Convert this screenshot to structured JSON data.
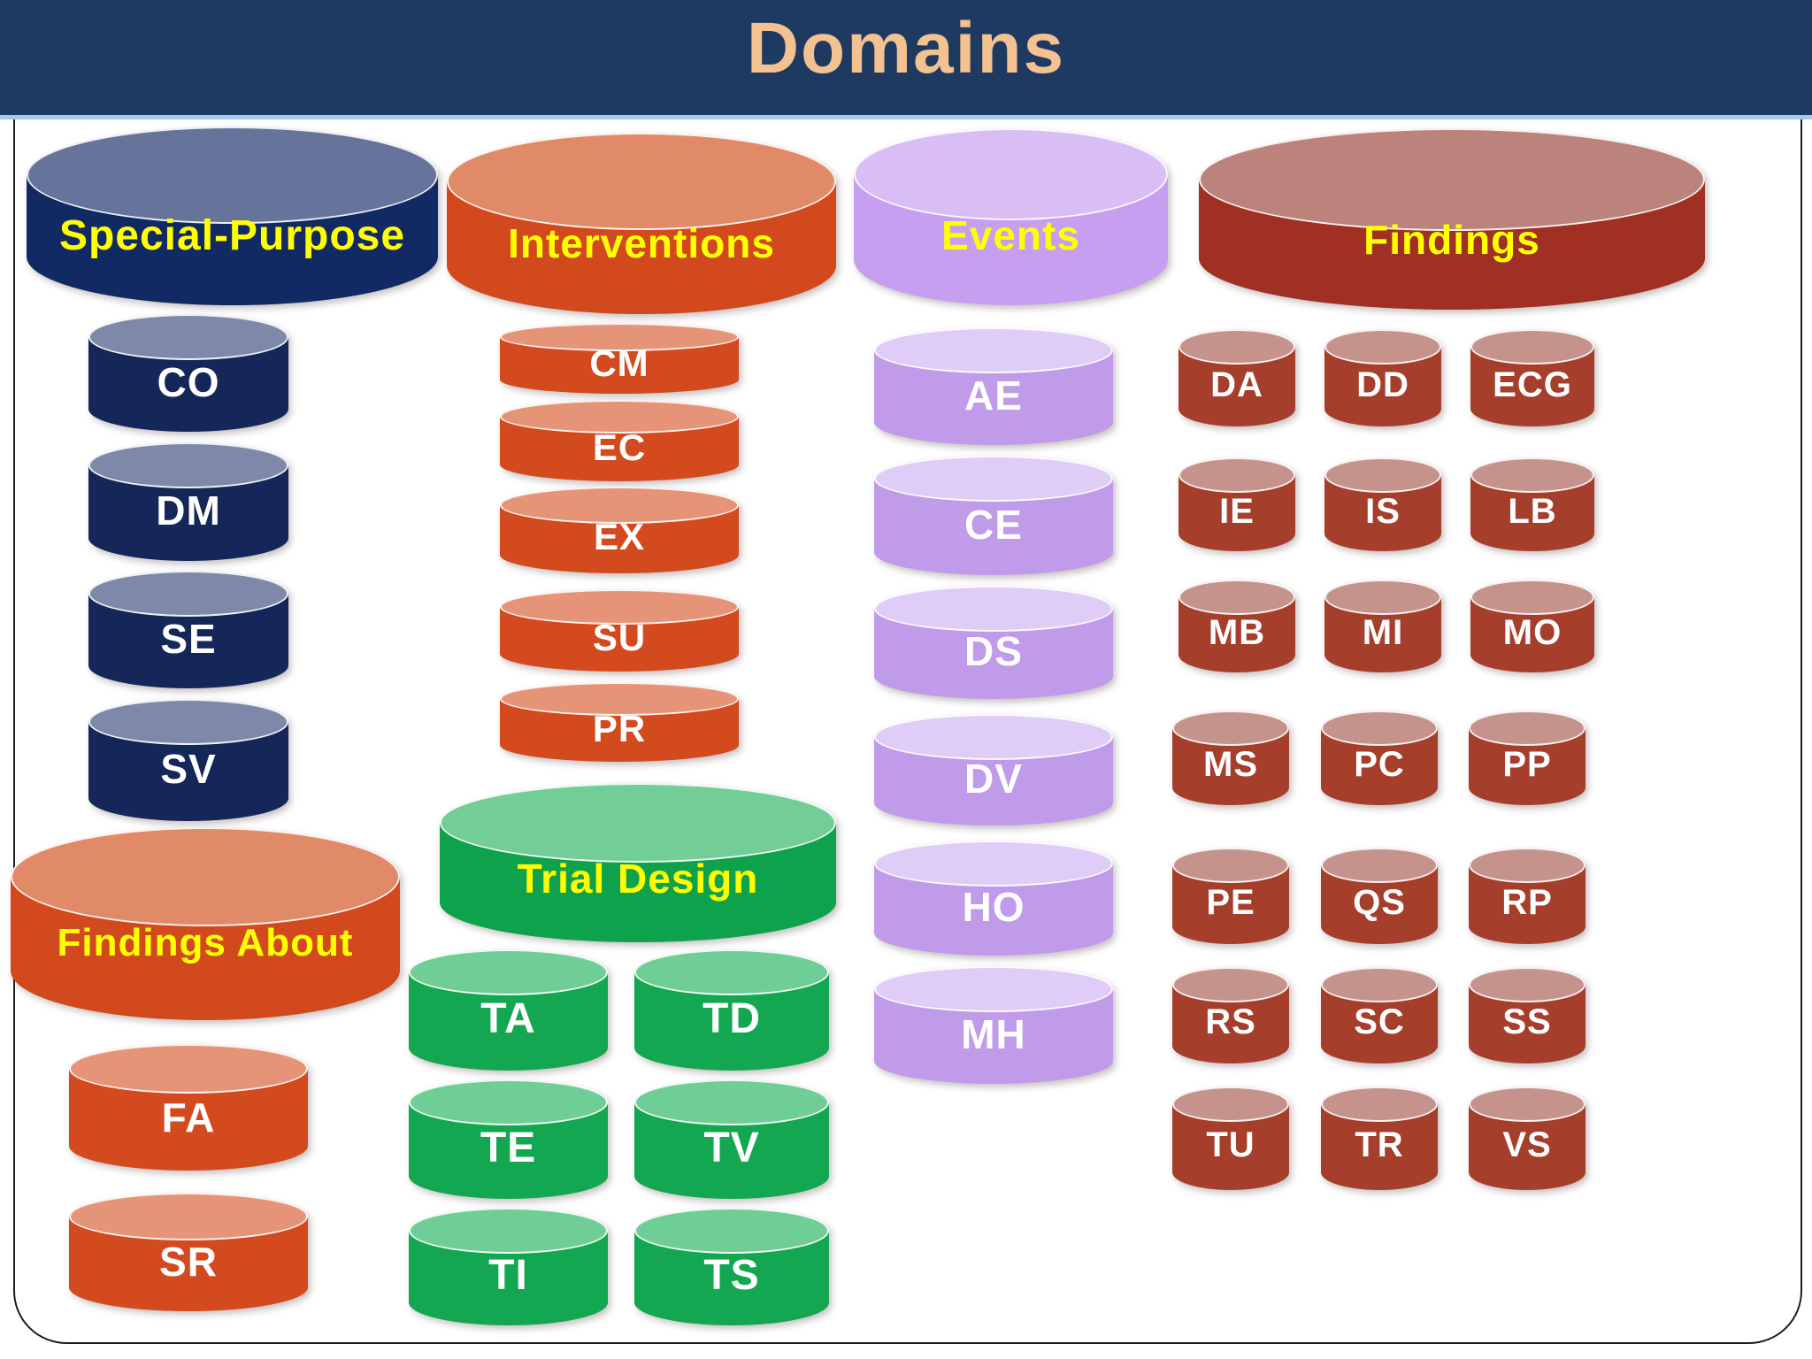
{
  "slide": {
    "title": "Domains"
  },
  "colors": {
    "header_bg": "#1F3A60",
    "header_underline": "#A9C7E8",
    "title_text": "#F4C191",
    "group_label_text": "#FFFF00",
    "item_label_text": "#FFFFFF",
    "navy_body": "#122A64",
    "navy_top": "#66739A",
    "orange_body": "#D2491E",
    "orange_top": "#E08A68",
    "purple_body": "#C09BE9",
    "purple_top": "#DFCCF7",
    "red_body": "#A63E2C",
    "red_top": "#C6938C",
    "green_body": "#12A750",
    "green_top": "#6FCE95"
  },
  "groups": {
    "special_purpose": {
      "label": "Special-Purpose",
      "items": [
        "CO",
        "DM",
        "SE",
        "SV"
      ]
    },
    "interventions": {
      "label": "Interventions",
      "items": [
        "CM",
        "EC",
        "EX",
        "SU",
        "PR"
      ]
    },
    "events": {
      "label": "Events",
      "items": [
        "AE",
        "CE",
        "DS",
        "DV",
        "HO",
        "MH"
      ]
    },
    "findings": {
      "label": "Findings",
      "items": [
        "DA",
        "DD",
        "ECG",
        "IE",
        "IS",
        "LB",
        "MB",
        "MI",
        "MO",
        "MS",
        "PC",
        "PP",
        "PE",
        "QS",
        "RP",
        "RS",
        "SC",
        "SS",
        "TU",
        "TR",
        "VS"
      ]
    },
    "findings_about": {
      "label": "Findings About",
      "items": [
        "FA",
        "SR"
      ]
    },
    "trial_design": {
      "label": "Trial Design",
      "items": [
        "TA",
        "TD",
        "TE",
        "TV",
        "TI",
        "TS"
      ]
    }
  }
}
